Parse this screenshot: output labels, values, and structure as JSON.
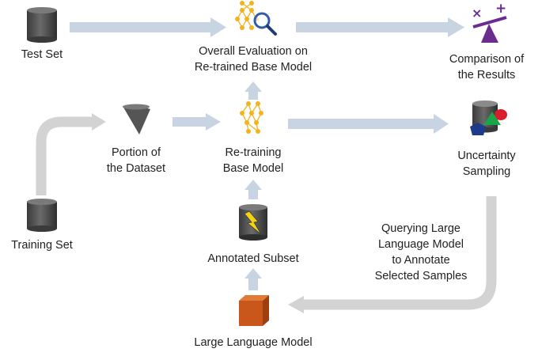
{
  "nodes": {
    "test_set": {
      "label": "Test Set"
    },
    "overall_evaluation": {
      "lines": [
        "Overall Evaluation on",
        "Re-trained Base Model"
      ]
    },
    "comparison": {
      "lines": [
        "Comparison of",
        "the Results"
      ]
    },
    "portion": {
      "lines": [
        "Portion of",
        "the Dataset"
      ]
    },
    "retraining": {
      "lines": [
        "Re-training",
        "Base Model"
      ]
    },
    "uncertainty": {
      "lines": [
        "Uncertainty",
        "Sampling"
      ]
    },
    "training_set": {
      "label": "Training Set"
    },
    "annotated_subset": {
      "label": "Annotated Subset"
    },
    "querying": {
      "lines": [
        "Querying Large",
        "Language Model",
        "to Annotate",
        "Selected Samples"
      ]
    },
    "llm": {
      "label": "Large Language Model"
    }
  },
  "colors": {
    "arrow_blue": "#c9d4e3",
    "arrow_gray": "#d3d3d3",
    "cylinder": "#4d4d4d",
    "neural_node": "#f4b31c",
    "magnifier": "#2f5ea8",
    "scale_purple": "#6a2c8f",
    "llm_cube": "#c9561b",
    "lightning": "#f2d416"
  },
  "icons": [
    "database-icon",
    "neural-network-search-icon",
    "balance-scale-icon",
    "cone-icon",
    "neural-network-icon",
    "shapes-database-icon",
    "lightning-database-icon",
    "cube-icon"
  ]
}
